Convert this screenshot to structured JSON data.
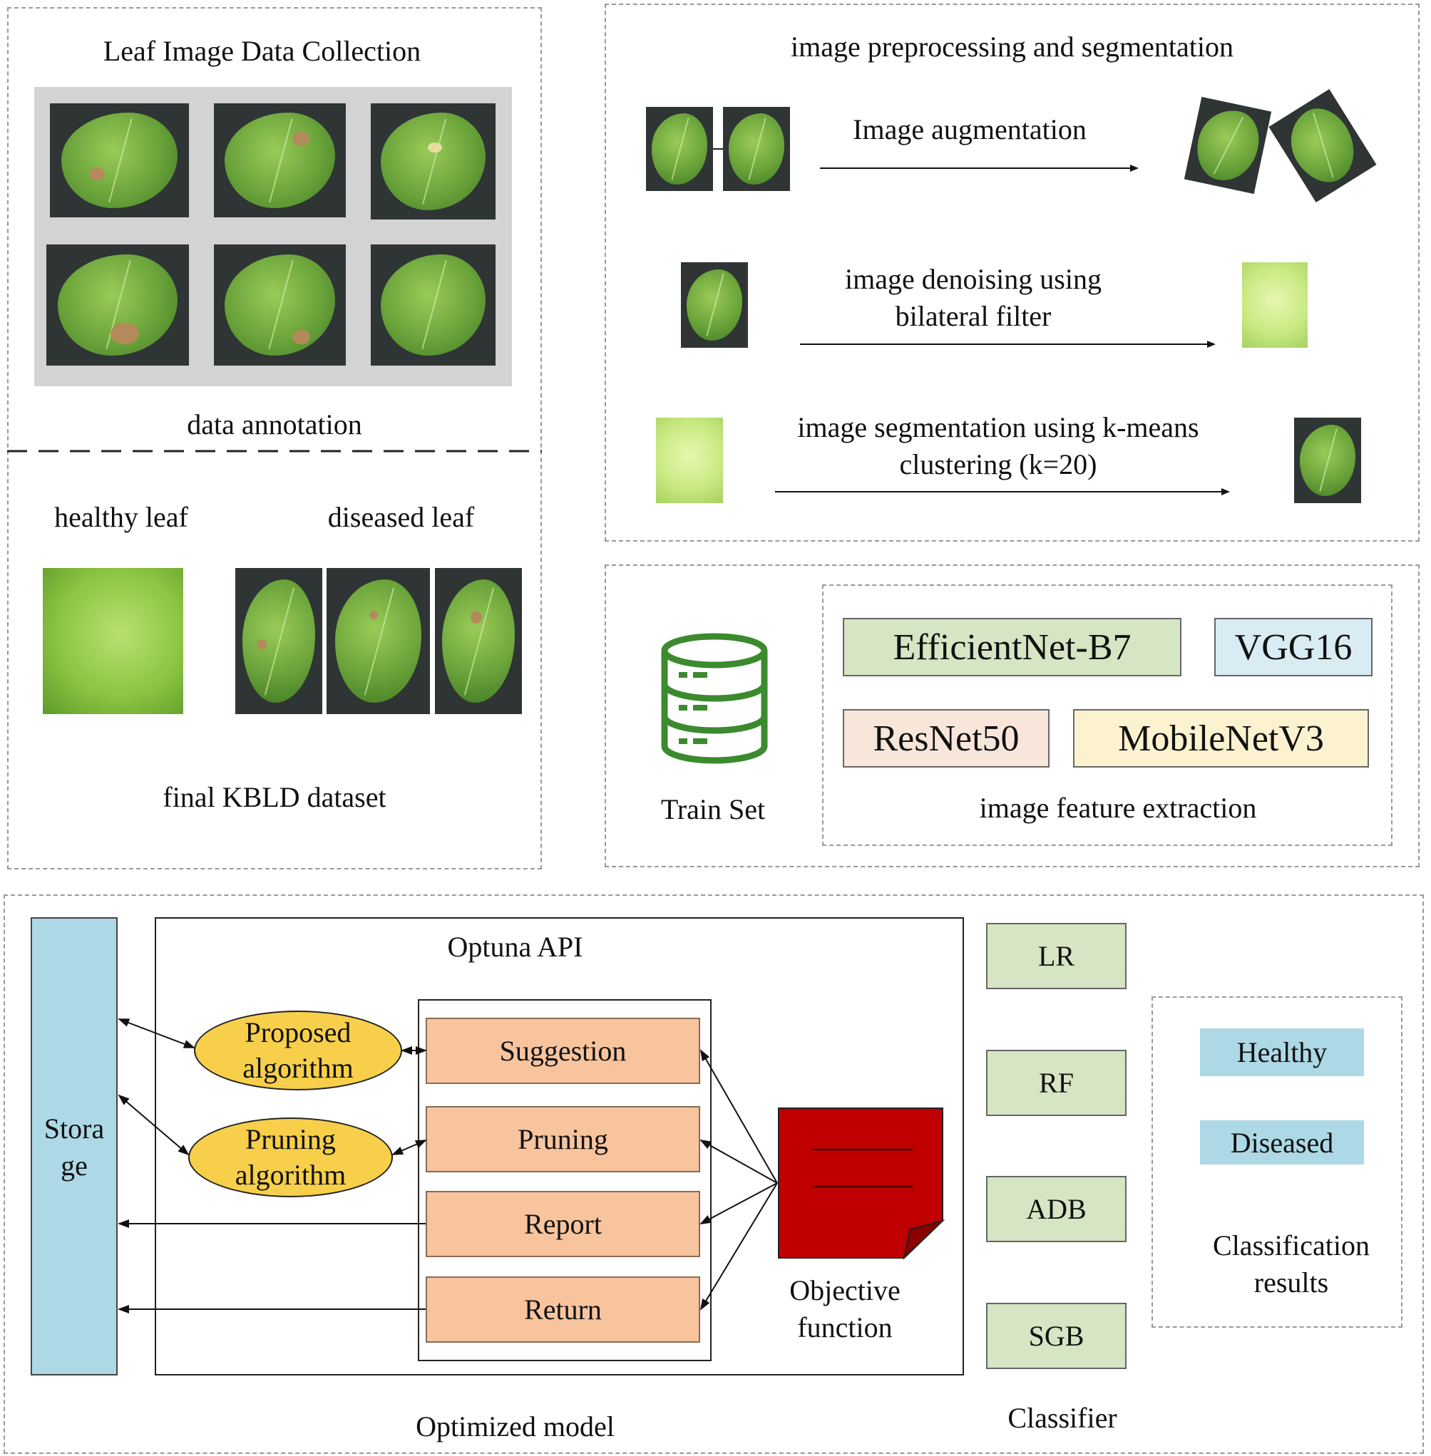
{
  "collection": {
    "title": "Leaf Image Data Collection",
    "annotation_label": "data annotation"
  },
  "dataset": {
    "healthy_label": "healthy leaf",
    "diseased_label": "diseased leaf",
    "final_label": "final KBLD dataset"
  },
  "preprocessing": {
    "title": "image preprocessing and segmentation",
    "augmentation_label": "Image augmentation",
    "denoise_line1": "image denoising using",
    "denoise_line2": "bilateral filter",
    "segment_line1": "image segmentation using k-means",
    "segment_line2": "clustering (k=20)"
  },
  "feature_extraction": {
    "train_set_label": "Train Set",
    "models": [
      "EfficientNet-B7",
      "VGG16",
      "ResNet50",
      "MobileNetV3"
    ],
    "model_colors": [
      "#d6e5c3",
      "#d9ecf3",
      "#f9e6da",
      "#fdf2cf"
    ],
    "caption": "image feature extraction",
    "icon": "database-icon"
  },
  "optimization": {
    "storage_line1": "Stora",
    "storage_line2": "ge",
    "api_title": "Optuna API",
    "proposed_line1": "Proposed",
    "proposed_line2": "algorithm",
    "pruning_line1": "Pruning",
    "pruning_line2": "algorithm",
    "steps": [
      "Suggestion",
      "Pruning",
      "Report",
      "Return"
    ],
    "objective_line1": "Objective",
    "objective_line2": "function",
    "caption": "Optimized model"
  },
  "classifiers": {
    "items": [
      "LR",
      "RF",
      "ADB",
      "SGB"
    ],
    "caption": "Classifier"
  },
  "results": {
    "items": [
      "Healthy",
      "Diseased"
    ],
    "caption_line1": "Classification",
    "caption_line2": "results"
  },
  "colors": {
    "storage": "#add8e6",
    "ovals": "#f7cf4a",
    "steps": "#f7c49e",
    "objective": "#c00000",
    "database_icon": "#3c8a2e"
  }
}
